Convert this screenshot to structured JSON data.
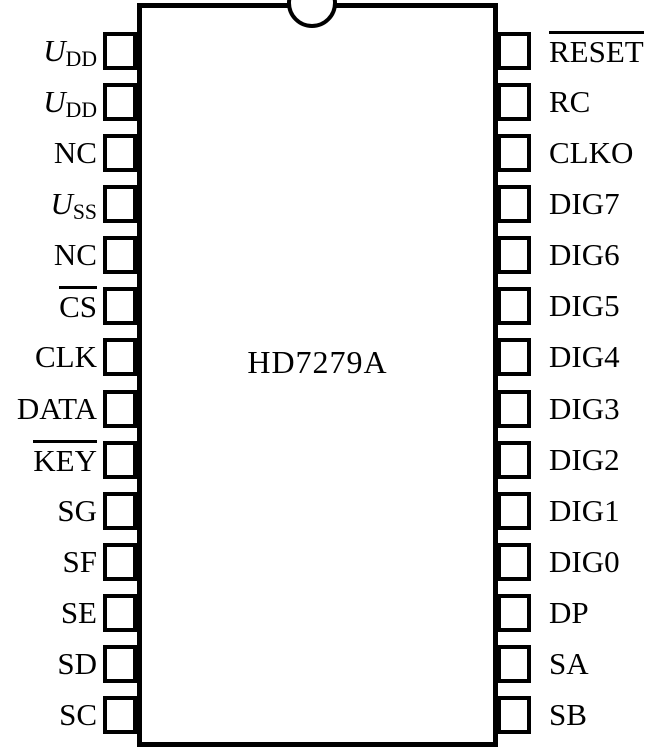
{
  "chip": {
    "name": "HD7279A",
    "package_notch": "top-center"
  },
  "colors": {
    "ink": "#000000",
    "background": "#ffffff"
  },
  "pins": {
    "left": [
      {
        "label": "U",
        "sub": "DD"
      },
      {
        "label": "U",
        "sub": "DD"
      },
      {
        "label": "NC"
      },
      {
        "label": "U",
        "sub": "SS"
      },
      {
        "label": "NC"
      },
      {
        "label": "CS",
        "overline": true
      },
      {
        "label": "CLK"
      },
      {
        "label": "DATA"
      },
      {
        "label": "KEY",
        "overline": true
      },
      {
        "label": "SG"
      },
      {
        "label": "SF"
      },
      {
        "label": "SE"
      },
      {
        "label": "SD"
      },
      {
        "label": "SC"
      }
    ],
    "right": [
      {
        "label": "RESET",
        "overline": true
      },
      {
        "label": "RC"
      },
      {
        "label": "CLKO"
      },
      {
        "label": "DIG7"
      },
      {
        "label": "DIG6"
      },
      {
        "label": "DIG5"
      },
      {
        "label": "DIG4"
      },
      {
        "label": "DIG3"
      },
      {
        "label": "DIG2"
      },
      {
        "label": "DIG1"
      },
      {
        "label": "DIG0"
      },
      {
        "label": "DP"
      },
      {
        "label": "SA"
      },
      {
        "label": "SB"
      }
    ]
  }
}
